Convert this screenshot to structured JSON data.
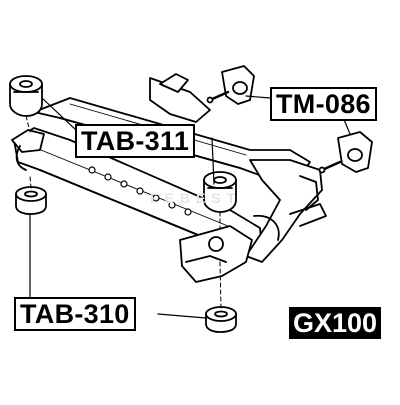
{
  "labels": {
    "tab311": "TAB-311",
    "tm086": "TM-086",
    "tab310": "TAB-310"
  },
  "model_code": "GX100",
  "watermark": "FEBEST",
  "colors": {
    "stroke": "#000000",
    "fill": "#ffffff",
    "model_badge_bg": "#000000",
    "model_badge_text": "#ffffff",
    "watermark": "#e4e4e4"
  }
}
